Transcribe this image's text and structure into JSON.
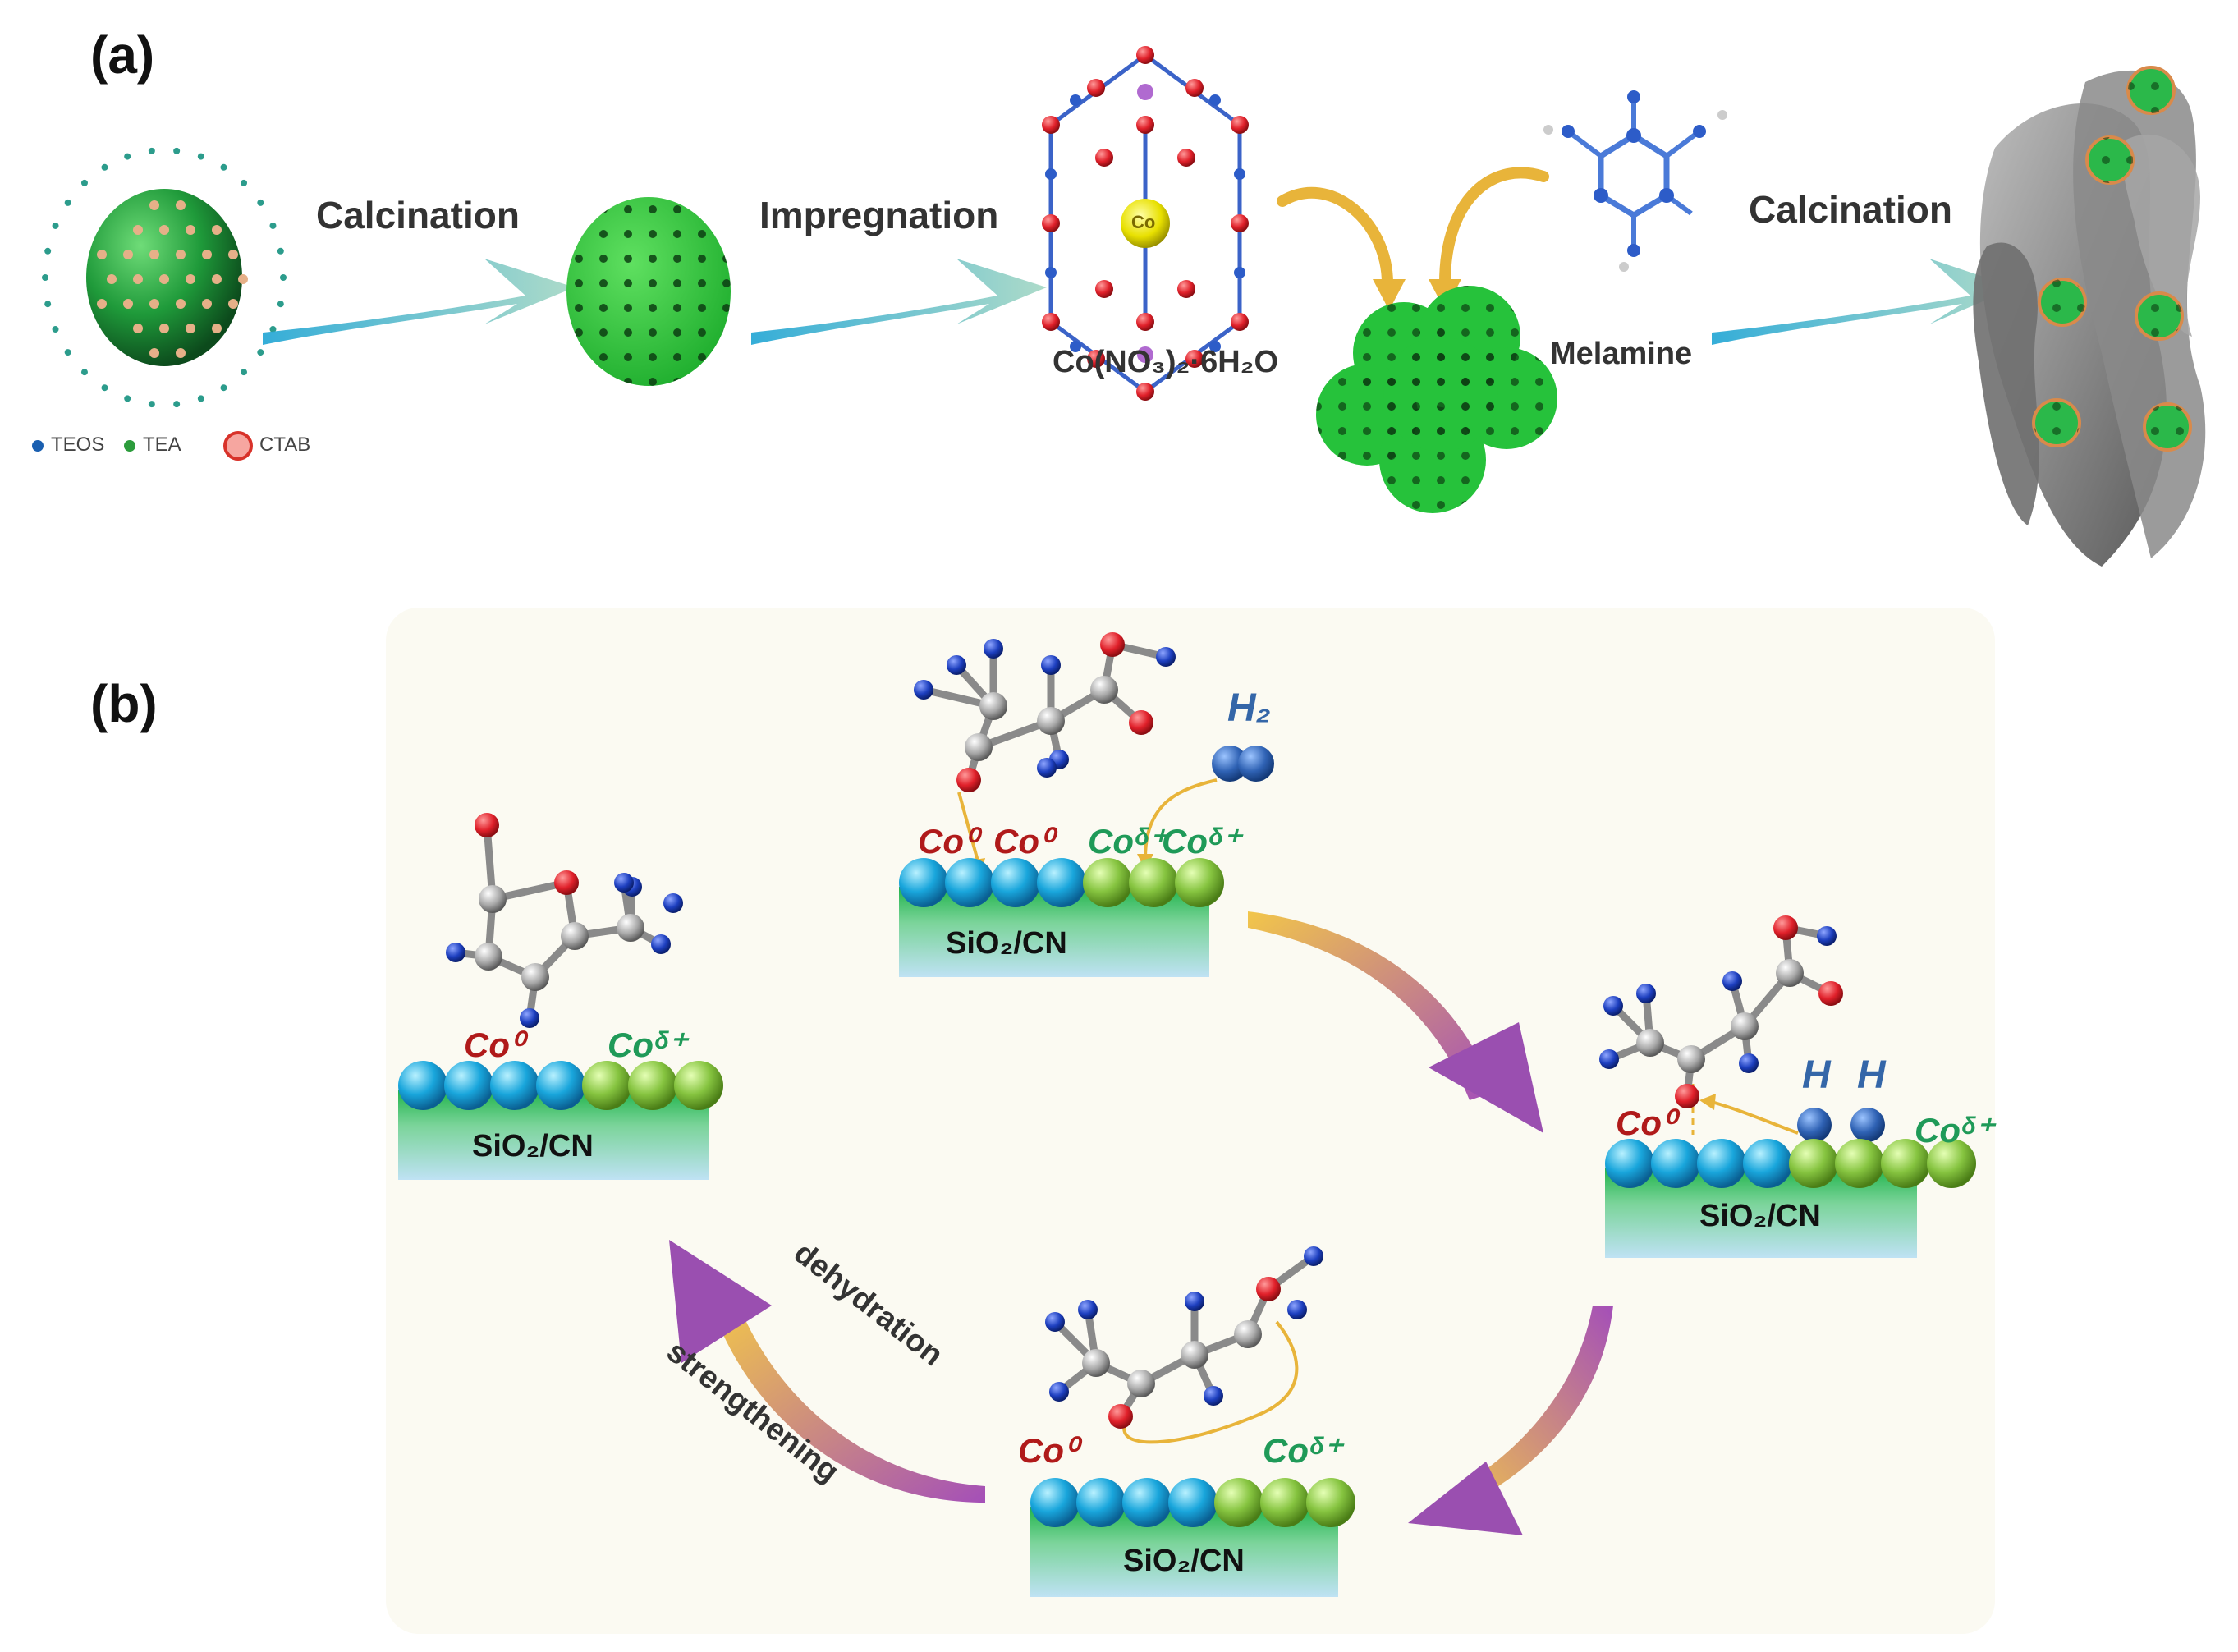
{
  "panel_a": {
    "label": "(a)",
    "steps": [
      "Calcination",
      "Impregnation",
      "Calcination"
    ],
    "precursor": "Co(NO₃)₂·6H₂O",
    "center_atom": "Co",
    "melamine": "Melamine",
    "legend": [
      "TEOS",
      "TEA",
      "CTAB"
    ]
  },
  "panel_b": {
    "label": "(b)",
    "support": "SiO₂/CN",
    "co0": "Co⁰",
    "codelta": "Coᵟ⁺",
    "h2": "H₂",
    "h": "H",
    "dehydration": "dehydration",
    "strengthening": "strengthening"
  },
  "colors": {
    "co0_sphere": "#1aa0d8",
    "codelta_sphere": "#86c440",
    "co0_text": "#b01a1a",
    "codelta_text": "#1f9a58",
    "oxygen": "#e0202a",
    "nitrogen_blue": "#1d3fbf",
    "carbon": "#9a9a9a",
    "arrow_cyan": "#49b6d6",
    "arrow_purple": "#9a4fb0",
    "arrow_gold": "#e6b23c",
    "silica_green": "#1fb34a"
  }
}
